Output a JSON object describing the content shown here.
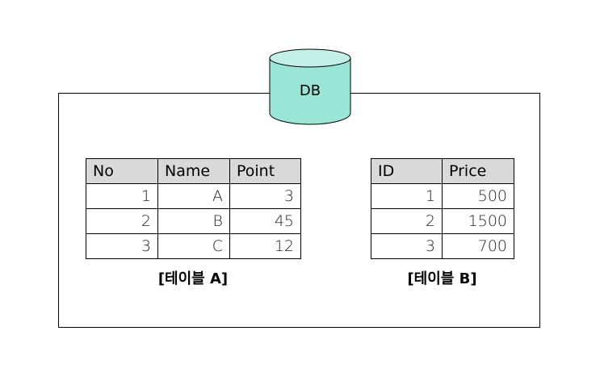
{
  "db": {
    "label": "DB",
    "fill": "#99e6d6",
    "top_fill": "#c2f0e6"
  },
  "table_a": {
    "caption": "[테이블 A]",
    "headers": [
      "No",
      "Name",
      "Point"
    ],
    "rows": [
      [
        "1",
        "A",
        "3"
      ],
      [
        "2",
        "B",
        "45"
      ],
      [
        "3",
        "C",
        "12"
      ]
    ]
  },
  "table_b": {
    "caption": "[테이블 B]",
    "headers": [
      "ID",
      "Price"
    ],
    "rows": [
      [
        "1",
        "500"
      ],
      [
        "2",
        "1500"
      ],
      [
        "3",
        "700"
      ]
    ]
  },
  "colors": {
    "header_bg": "#d9d9d9",
    "border": "#000000"
  }
}
